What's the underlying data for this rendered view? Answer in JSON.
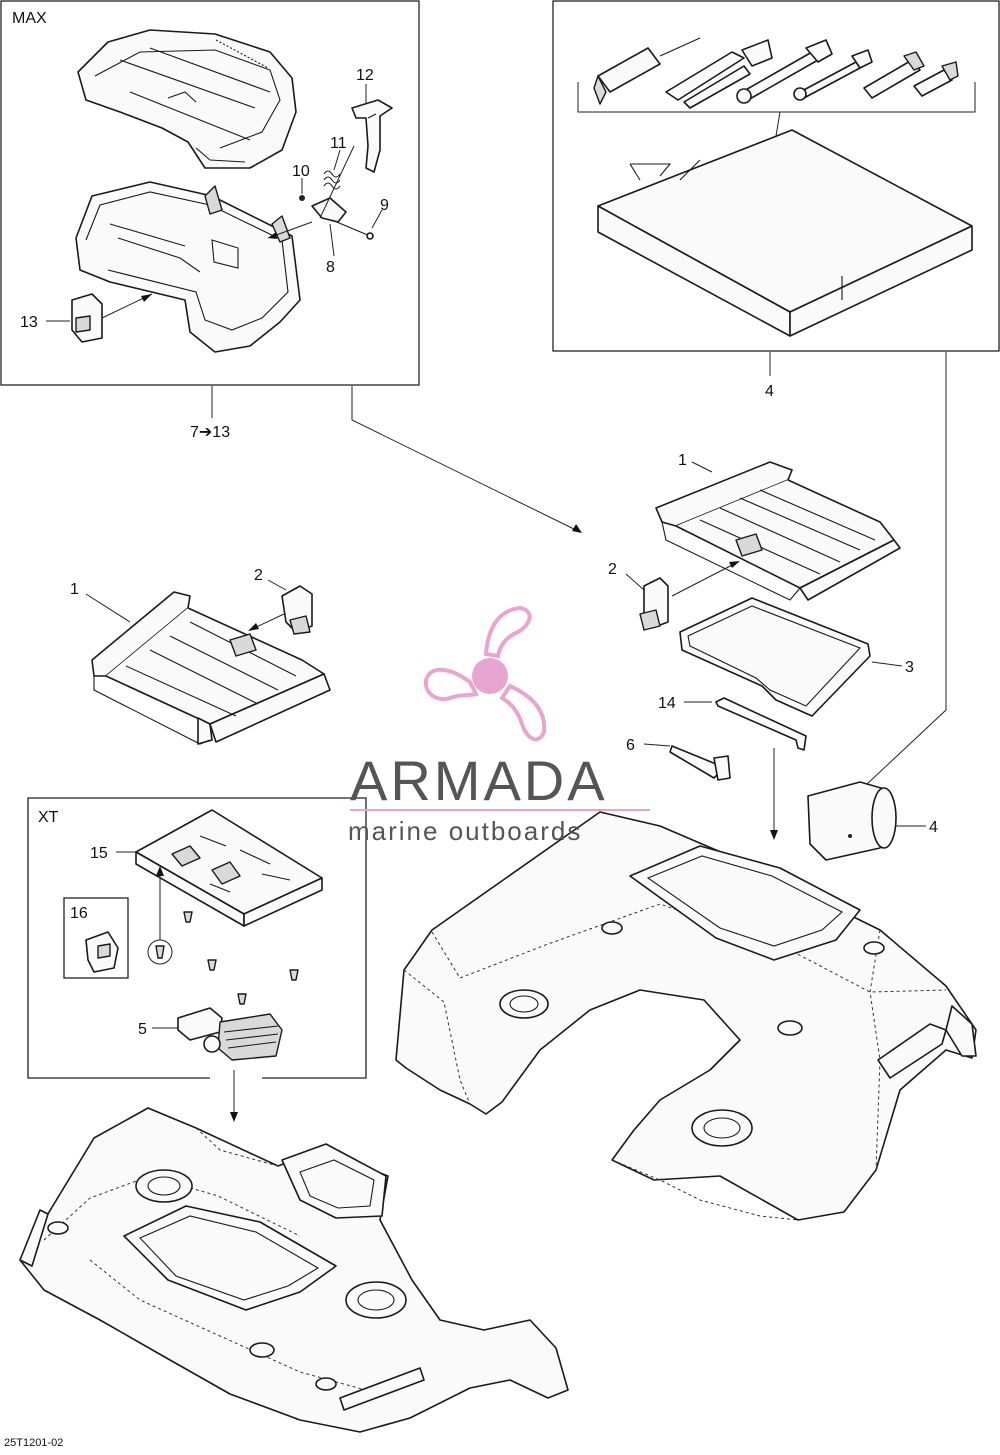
{
  "panels": {
    "max_label": "MAX",
    "xt_label": "XT"
  },
  "callouts": {
    "max_12": "12",
    "max_11": "11",
    "max_10": "10",
    "max_9": "9",
    "max_8": "8",
    "max_13": "13",
    "max_range": "7➔13",
    "tools_4": "4",
    "right_1": "1",
    "right_2": "2",
    "right_3": "3",
    "right_14": "14",
    "right_6": "6",
    "right_4": "4",
    "left_1": "1",
    "left_2": "2",
    "xt_15": "15",
    "xt_16": "16",
    "xt_5": "5"
  },
  "watermark": {
    "brand": "ARMADA",
    "tagline": "marine outboards",
    "logo_color": "#e8a5cf",
    "line_color": "#e8a5cf"
  },
  "footer": {
    "code": "25T1201-02"
  }
}
